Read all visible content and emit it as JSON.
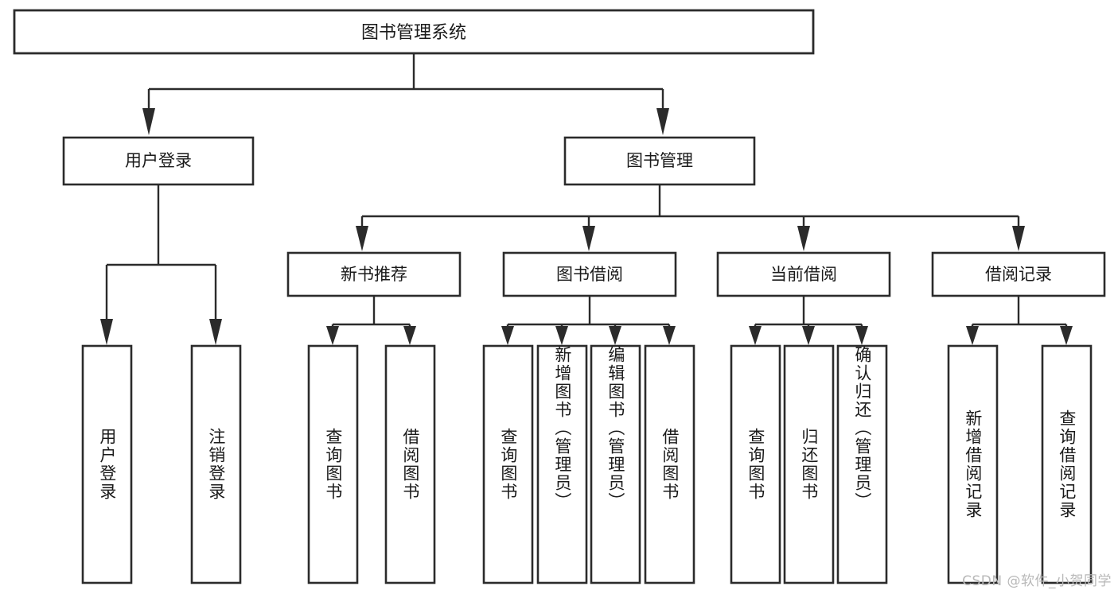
{
  "diagram": {
    "title": "图书管理系统",
    "type": "tree-hierarchy",
    "watermark": "CSDN @软件_小贺同学",
    "colors": {
      "stroke": "#2b2b2b",
      "fill": "#ffffff",
      "text": "#1a1a1a",
      "watermark": "#b8b8b8"
    },
    "root": {
      "label": "图书管理系统"
    },
    "level2": [
      {
        "label": "用户登录"
      },
      {
        "label": "图书管理"
      }
    ],
    "level3": [
      {
        "label": "新书推荐"
      },
      {
        "label": "图书借阅"
      },
      {
        "label": "当前借阅"
      },
      {
        "label": "借阅记录"
      }
    ],
    "leaves_user_login": [
      {
        "label": "用户登录"
      },
      {
        "label": "注销登录"
      }
    ],
    "leaves_new_book": [
      {
        "label": "查询图书"
      },
      {
        "label": "借阅图书"
      }
    ],
    "leaves_borrow": [
      {
        "label": "查询图书"
      },
      {
        "label": "新增图书（管理员）"
      },
      {
        "label": "编辑图书（管理员）"
      },
      {
        "label": "借阅图书"
      }
    ],
    "leaves_current": [
      {
        "label": "查询图书"
      },
      {
        "label": "归还图书"
      },
      {
        "label": "确认归还（管理员）"
      }
    ],
    "leaves_records": [
      {
        "label": "新增借阅记录"
      },
      {
        "label": "查询借阅记录"
      }
    ]
  }
}
